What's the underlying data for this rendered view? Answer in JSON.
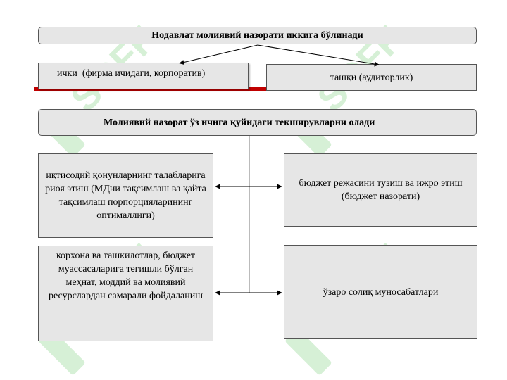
{
  "title": "Нодавлат молиявий назорати иккига бўлинади",
  "branches": {
    "left": "ички  (фирма ичидаги, корпоратив)",
    "right": "ташқи (аудиторлик)"
  },
  "section_title": "Молиявий назорат ўз ичига қуйидаги текширувларни олади",
  "items": {
    "left_top": "иқтисодий қонунларнинг талабларига риоя этиш (МДни тақсимлаш ва қайта тақсимлаш порпорцияларининг оптималлиги)",
    "right_top": "бюджет режасини тузиш ва ижро этиш (бюджет назорати)",
    "left_bottom": "корхона ва ташкилотлар, бюджет муассасаларига тегишли бўлган меҳнат, моддий ва молиявий ресурслардан самарали фойдаланиш",
    "right_bottom": "ўзаро солиқ муносабатлари"
  },
  "watermark_text": "SOFF",
  "colors": {
    "box_fill": "#e6e6e6",
    "box_border": "#555555",
    "accent_red": "#c00000",
    "watermark": "#d9f2d9"
  }
}
